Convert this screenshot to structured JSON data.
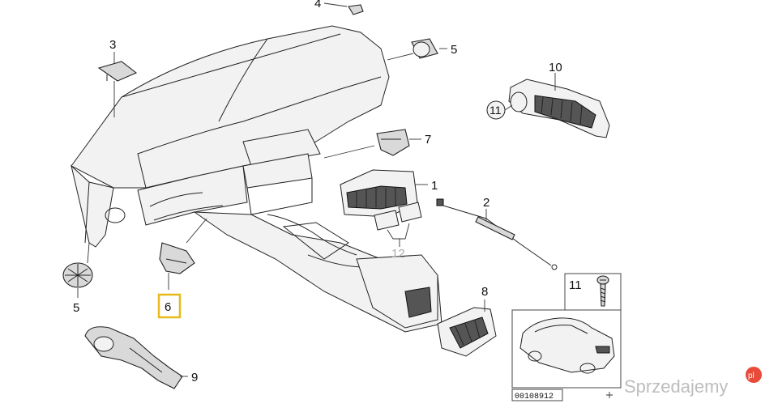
{
  "diagram": {
    "callouts": [
      {
        "id": "c1",
        "label": "1"
      },
      {
        "id": "c2",
        "label": "2"
      },
      {
        "id": "c3",
        "label": "3"
      },
      {
        "id": "c4",
        "label": "4"
      },
      {
        "id": "c5a",
        "label": "5"
      },
      {
        "id": "c5b",
        "label": "5"
      },
      {
        "id": "c6",
        "label": "6",
        "highlighted": true
      },
      {
        "id": "c7",
        "label": "7"
      },
      {
        "id": "c8",
        "label": "8"
      },
      {
        "id": "c9",
        "label": "9"
      },
      {
        "id": "c10",
        "label": "10"
      },
      {
        "id": "c11",
        "label": "11"
      },
      {
        "id": "c11b",
        "label": "11"
      },
      {
        "id": "c12",
        "label": "12"
      }
    ],
    "reference_code": "00108912",
    "watermark": "Sprzedajemy",
    "watermark_badge": "pl",
    "highlight_color": "#e7b91a"
  }
}
